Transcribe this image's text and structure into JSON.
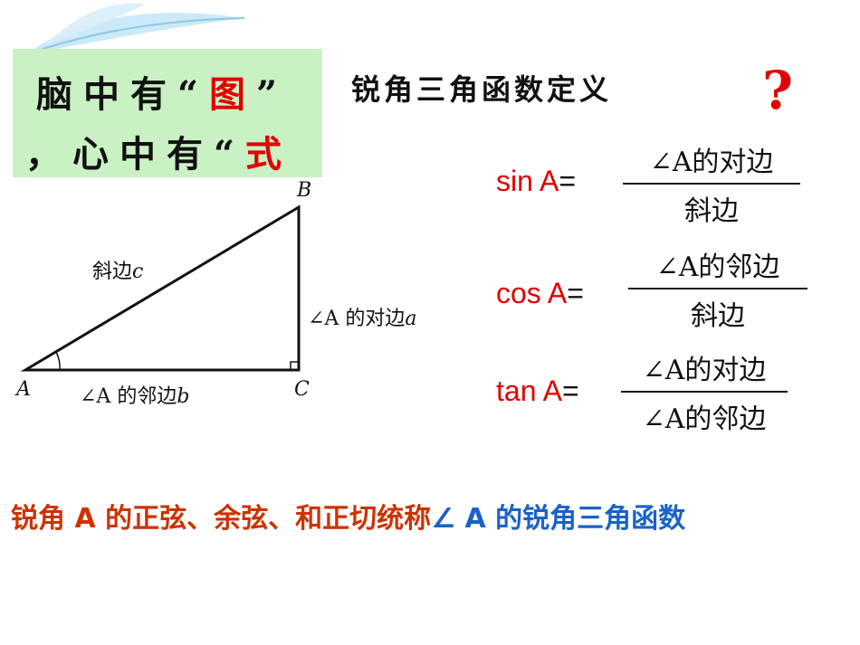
{
  "banner": {
    "line1_prefix": "脑中有“",
    "line1_highlight": "图",
    "line1_suffix": "”",
    "line2_prefix": "，心中有“",
    "line2_highlight": "式"
  },
  "title": "锐角三角函数定义",
  "question_mark": "?",
  "triangle": {
    "vertex_a": "A",
    "vertex_b": "B",
    "vertex_c": "C",
    "hypotenuse_text": "斜边",
    "hypotenuse_var": "c",
    "opposite_text": "∠A 的对边",
    "opposite_var": "a",
    "adjacent_text": "∠A 的邻边",
    "adjacent_var": "b"
  },
  "formulas": [
    {
      "name": "sin A",
      "eq": "=",
      "numerator": "∠A的对边",
      "denominator": "斜边"
    },
    {
      "name": "cos A",
      "eq": "=",
      "numerator": "∠A的邻边",
      "denominator": "斜边"
    },
    {
      "name": "tan A",
      "eq": "=",
      "numerator": "∠A的对边",
      "denominator": "∠A的邻边"
    }
  ],
  "bottom": {
    "red_part": "锐角 A 的正弦、余弦、和正切统称",
    "blue_part": "∠ A 的锐角三角函数"
  },
  "colors": {
    "banner_bg": "#c9f1c3",
    "highlight_red": "#e00000",
    "bottom_red": "#cc3300",
    "bottom_blue": "#1a62c7"
  }
}
